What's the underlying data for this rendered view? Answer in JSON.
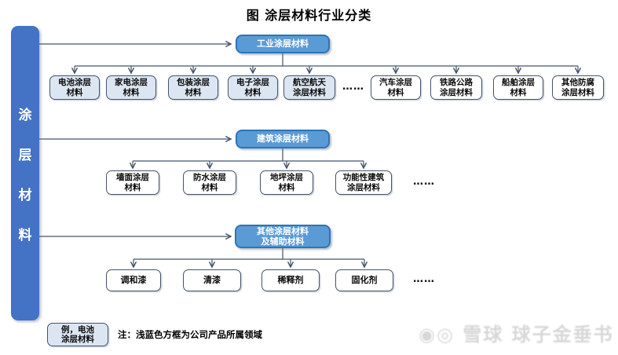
{
  "title": "图  涂层材料行业分类",
  "root": {
    "label": "涂层材料",
    "chars": [
      "涂",
      "层",
      "材",
      "料"
    ]
  },
  "groups": [
    {
      "branch": {
        "line1": "工业涂层材料",
        "line2": ""
      },
      "children": [
        {
          "line1": "电池涂层",
          "line2": "材料",
          "highlight": true
        },
        {
          "line1": "家电涂层",
          "line2": "材料",
          "highlight": true
        },
        {
          "line1": "包装涂层",
          "line2": "材料",
          "highlight": true
        },
        {
          "line1": "电子涂层",
          "line2": "材料",
          "highlight": true
        },
        {
          "line1": "航空航天",
          "line2": "涂层材料",
          "highlight": true
        },
        {
          "line1": "汽车涂层",
          "line2": "材料",
          "highlight": false
        },
        {
          "line1": "铁路公路",
          "line2": "涂层材料",
          "highlight": false
        },
        {
          "line1": "船舶涂层",
          "line2": "材料",
          "highlight": false
        },
        {
          "line1": "其他防腐",
          "line2": "涂层材料",
          "highlight": false
        }
      ],
      "ellipsis": "……"
    },
    {
      "branch": {
        "line1": "建筑涂层材料",
        "line2": ""
      },
      "children": [
        {
          "line1": "墙面涂层",
          "line2": "材料",
          "highlight": false
        },
        {
          "line1": "防水涂层",
          "line2": "材料",
          "highlight": false
        },
        {
          "line1": "地坪涂层",
          "line2": "材料",
          "highlight": false
        },
        {
          "line1": "功能性建筑",
          "line2": "涂层材料",
          "highlight": false
        }
      ],
      "ellipsis": "……"
    },
    {
      "branch": {
        "line1": "其他涂层材料",
        "line2": "及辅助材料"
      },
      "children": [
        {
          "line1": "调和漆",
          "highlight": false
        },
        {
          "line1": "清漆",
          "highlight": false
        },
        {
          "line1": "稀释剂",
          "highlight": false
        },
        {
          "line1": "固化剂",
          "highlight": false
        }
      ],
      "ellipsis": "……"
    }
  ],
  "legend": {
    "example_box": {
      "line1": "例，电池",
      "line2": "涂层材料"
    },
    "note": "注：浅蓝色方框为公司产品所属领域"
  },
  "watermark": "◉◎ 雪球 球子金垂书",
  "colors": {
    "root_fill": "#4472C4",
    "branch_fill": "#5B9BD5",
    "branch_border": "#2E75B6",
    "highlight_fill": "#DCE6F2",
    "plain_fill": "#FFFFFF",
    "box_border": "#44546A",
    "line": "#44546A"
  }
}
